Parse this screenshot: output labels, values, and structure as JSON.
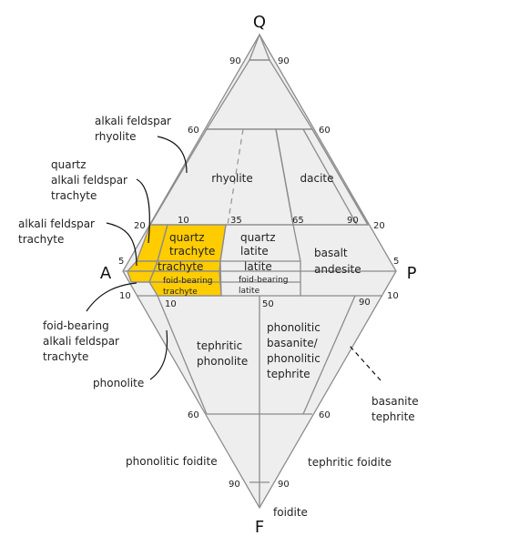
{
  "vertices": {
    "top": "Q",
    "left": "A",
    "right": "P",
    "bottom": "F"
  },
  "ticks": {
    "q90_left": "90",
    "q90_right": "90",
    "q60_left": "60",
    "q60_right": "60",
    "q20_left": "20",
    "q20_right": "20",
    "q5_left": "5",
    "q5_right": "5",
    "f10_left": "10",
    "f10_right": "10",
    "f60_left": "60",
    "f60_right": "60",
    "f90_left": "90",
    "f90_right": "90",
    "d10_upper": "10",
    "d35": "35",
    "d65": "65",
    "d90_upper": "90",
    "d10_lower": "10",
    "d50": "50",
    "d90_lower": "90"
  },
  "fields": {
    "rhyolite": "rhyolite",
    "dacite": "dacite",
    "quartz_trachyte_1": "quartz",
    "quartz_trachyte_2": "trachyte",
    "quartz_latite_1": "quartz",
    "quartz_latite_2": "latite",
    "basalt_andesite_1": "basalt",
    "basalt_andesite_2": "andesite",
    "trachyte": "trachyte",
    "latite": "latite",
    "foid_trachyte_1": "foid-bearing",
    "foid_trachyte_2": "trachyte",
    "foid_latite_1": "foid-bearing",
    "foid_latite_2": "latite",
    "tephritic_phonolite_1": "tephritic",
    "tephritic_phonolite_2": "phonolite",
    "phonolitic_basanite_1": "phonolitic",
    "phonolitic_basanite_2": "basanite/",
    "phonolitic_basanite_3": "phonolitic",
    "phonolitic_basanite_4": "tephrite"
  },
  "external_labels": {
    "alkali_rhyolite_1": "alkali feldspar",
    "alkali_rhyolite_2": "rhyolite",
    "quartz_alkali_1": "quartz",
    "quartz_alkali_2": "alkali feldspar",
    "quartz_alkali_3": "trachyte",
    "alkali_trachyte_1": "alkali feldspar",
    "alkali_trachyte_2": "trachyte",
    "foid_alkali_1": "foid-bearing",
    "foid_alkali_2": "alkali feldspar",
    "foid_alkali_3": "trachyte",
    "phonolite": "phonolite",
    "basanite_tephrite_1": "basanite",
    "basanite_tephrite_2": "tephrite",
    "phonolitic_foidite": "phonolitic foidite",
    "tephritic_foidite": "tephritic foidite",
    "foidite": "foidite"
  },
  "colors": {
    "highlight": "#ffcc00",
    "fill": "#eeeeee",
    "stroke": "#8c8c8c"
  }
}
